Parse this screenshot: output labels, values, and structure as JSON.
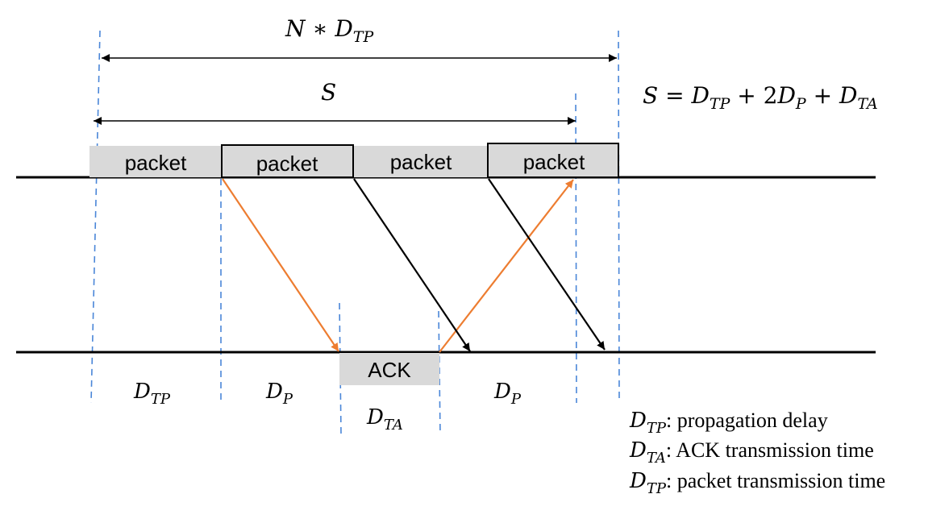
{
  "colors": {
    "dashed_line": "#4a86d8",
    "ack_arrow": "#ed7d31",
    "data_arrow": "#000000",
    "box_fill": "#d9d9d9"
  },
  "top_span": {
    "base": "N",
    "op": " ∗ ",
    "sym": "D",
    "sub": "TP"
  },
  "s_span": {
    "label": "S"
  },
  "equation": {
    "lhs": "S = ",
    "t1": "D",
    "t1_sub": "TP",
    "t2_pre": " + 2",
    "t2": "D",
    "t2_sub": "P",
    "t3_pre": " + ",
    "t3": "D",
    "t3_sub": "TA"
  },
  "packets": [
    "packet",
    "packet",
    "packet",
    "packet"
  ],
  "ack": {
    "label": "ACK"
  },
  "bottom_labels": {
    "dtp": {
      "sym": "D",
      "sub": "TP"
    },
    "dp1": {
      "sym": "D",
      "sub": "P"
    },
    "dta": {
      "sym": "D",
      "sub": "TA"
    },
    "dp2": {
      "sym": "D",
      "sub": "P"
    }
  },
  "legend": [
    {
      "sym": "D",
      "sub": "TP",
      "text": ": propagation delay"
    },
    {
      "sym": "D",
      "sub": "TA",
      "text": ": ACK transmission time"
    },
    {
      "sym": "D",
      "sub": "TP",
      "text": ": packet transmission time"
    }
  ]
}
